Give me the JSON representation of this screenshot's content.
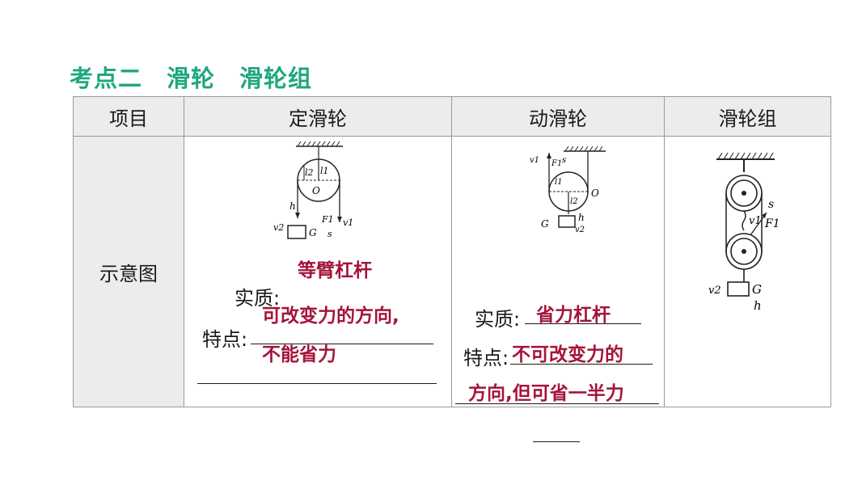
{
  "title": "考点二　滑轮　滑轮组",
  "table": {
    "headers": [
      "项目",
      "定滑轮",
      "动滑轮",
      "滑轮组"
    ],
    "row_label": "示意图",
    "fixed": {
      "essence_label": "实质:",
      "essence_answer": "等臂杠杆",
      "feature_label": "特点:",
      "feature_answer_1": "可改变力的方向,",
      "feature_answer_2": "不能省力",
      "symbols": {
        "l2": "l2",
        "l1": "l1",
        "o": "O",
        "h": "h",
        "v2": "v2",
        "g": "G",
        "f1": "F1",
        "v1": "v1",
        "s": "s"
      }
    },
    "movable": {
      "essence_label": "实质:",
      "essence_answer": "省力杠杆",
      "feature_label": "特点:",
      "feature_answer_1": "不可改变力的",
      "feature_answer_2": "方向,但可省一半力",
      "symbols": {
        "v1": "v1",
        "f1": "F1",
        "s": "s",
        "l1": "l1",
        "l2": "l2",
        "o": "O",
        "h": "h",
        "g": "G",
        "v2": "v2"
      }
    },
    "block": {
      "symbols": {
        "s": "s",
        "v1": "v1",
        "f1": "F1",
        "v2": "v2",
        "g": "G",
        "h": "h"
      }
    }
  }
}
